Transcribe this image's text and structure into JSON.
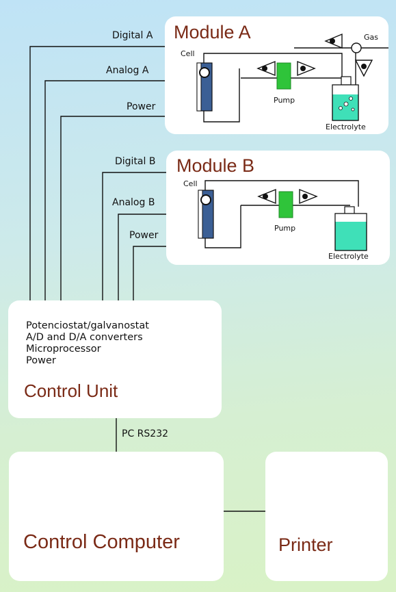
{
  "module_a": {
    "title": "Module A",
    "signals": [
      "Digital A",
      "Analog A",
      "Power"
    ],
    "cell_label": "Cell",
    "pump_label": "Pump",
    "electrolyte_label": "Electrolyte",
    "gas_label": "Gas"
  },
  "module_b": {
    "title": "Module B",
    "signals": [
      "Digital B",
      "Analog B",
      "Power"
    ],
    "cell_label": "Cell",
    "pump_label": "Pump",
    "electrolyte_label": "Electrolyte"
  },
  "control_unit": {
    "title": "Control Unit",
    "components": [
      "Potenciostat/galvanostat",
      "A/D and D/A converters",
      "Microprocessor",
      "Power"
    ]
  },
  "link_label": "PC RS232",
  "control_computer": {
    "title": "Control Computer"
  },
  "printer": {
    "title": "Printer"
  },
  "colors": {
    "title_text": "#7a2a16",
    "cell_fill": "#3b5f95",
    "pump_fill": "#2fc43a",
    "electrolyte_fill": "#3fe0b8",
    "box_fill": "#ffffff"
  }
}
